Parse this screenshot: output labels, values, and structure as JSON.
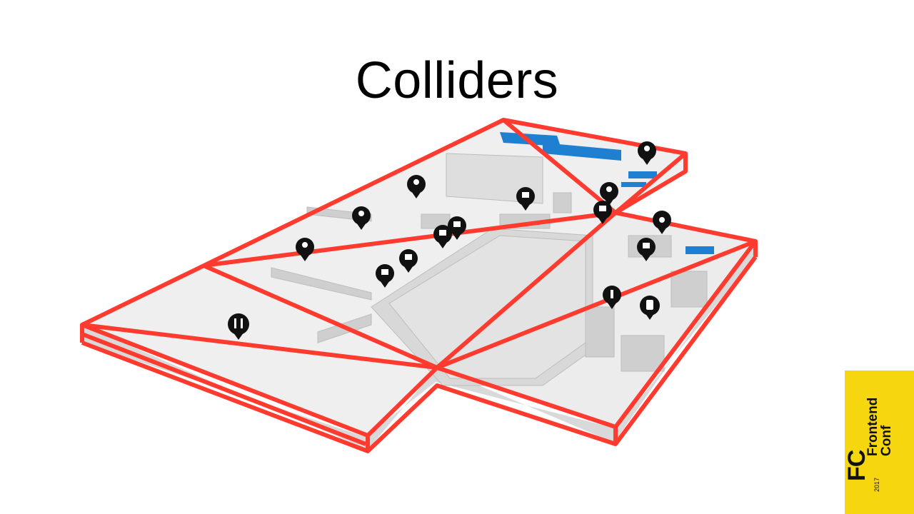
{
  "slide": {
    "title": "Colliders"
  },
  "badge": {
    "logo": "FC",
    "line1": "Frontend",
    "line2": "Conf",
    "year": "2017",
    "color": "#f5d60f"
  },
  "colors": {
    "collider": "#ff3b2f",
    "floor": "#ececec",
    "wall": "#d4d4d4",
    "seat": "#1f7fd1",
    "pin": "#111111"
  },
  "pins": [
    {
      "icon": "people-icon"
    },
    {
      "icon": "people-icon"
    },
    {
      "icon": "people-icon"
    },
    {
      "icon": "people-icon"
    },
    {
      "icon": "chair-icon"
    },
    {
      "icon": "chair-icon"
    },
    {
      "icon": "chair-icon"
    },
    {
      "icon": "chair-icon"
    },
    {
      "icon": "chair-icon"
    },
    {
      "icon": "chair-icon"
    },
    {
      "icon": "restaurant-icon"
    },
    {
      "icon": "elevator-icon"
    },
    {
      "icon": "info-icon"
    },
    {
      "icon": "toilet-icon"
    }
  ]
}
